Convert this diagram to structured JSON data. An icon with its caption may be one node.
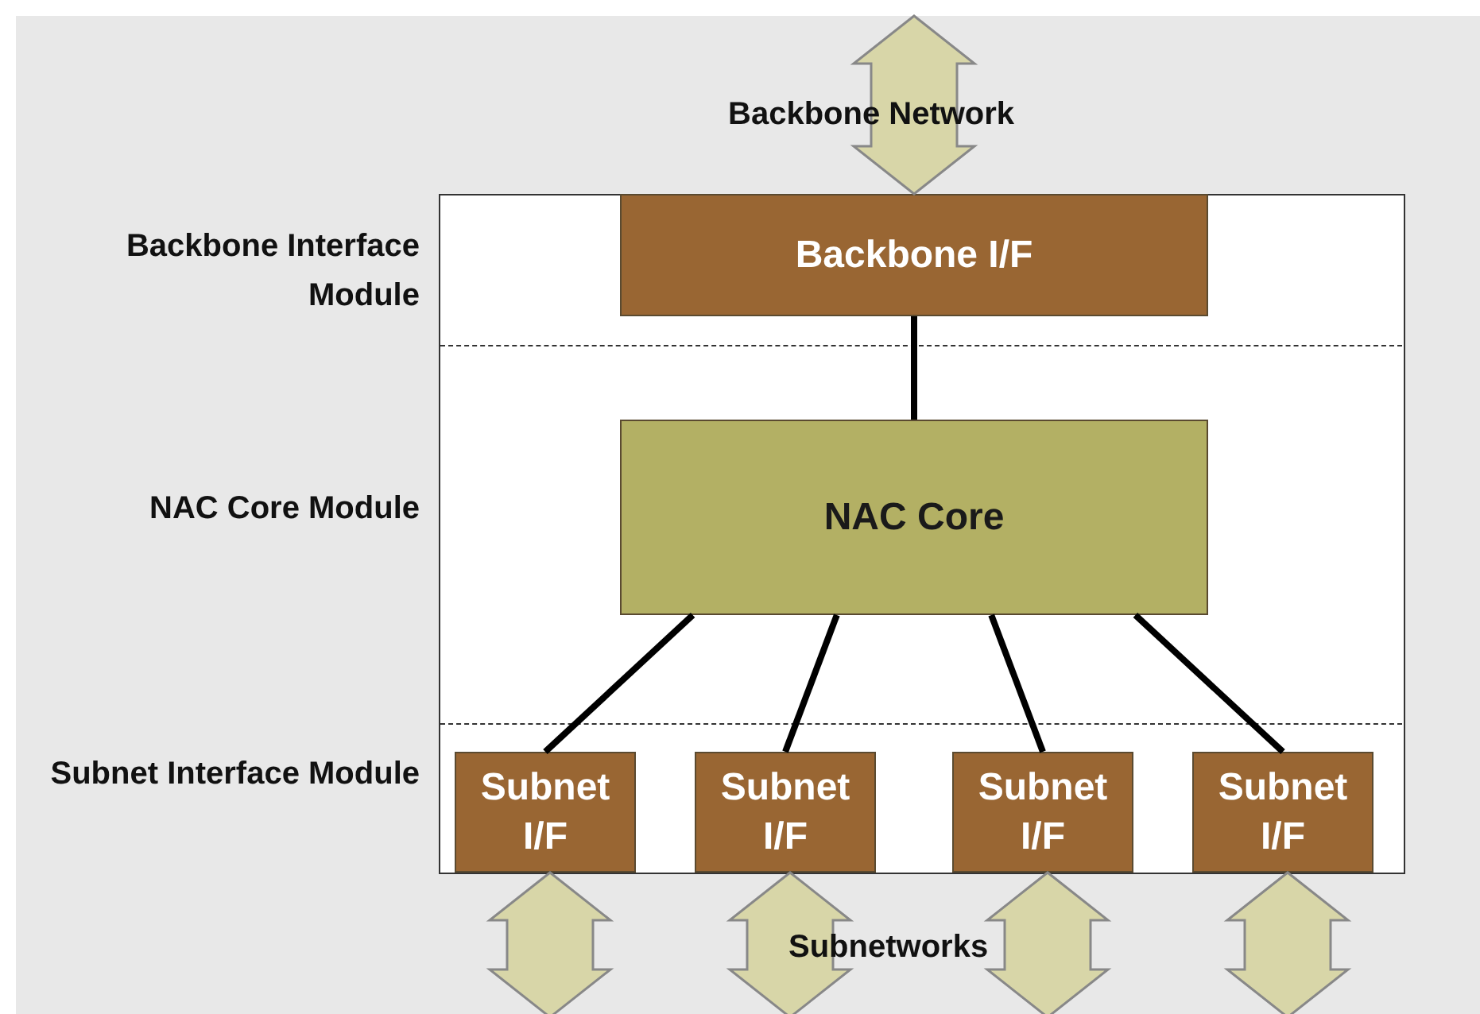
{
  "diagram": {
    "nodes": [
      {
        "text": [],
        "shape": "box"
      },
      {
        "text": [
          "Backbone I/F"
        ],
        "in": 0
      },
      {
        "text": [
          "NAC Core"
        ],
        "in": 0
      },
      {
        "text": [
          "Subnet I/F"
        ],
        "in": 0
      },
      {
        "text": [
          "Subnet I/F"
        ],
        "in": 0
      },
      {
        "text": [
          "Subnet I/F"
        ],
        "in": 0
      },
      {
        "text": [
          "Subnet I/F"
        ],
        "in": 0
      }
    ],
    "edges": [
      {
        "from": null,
        "to": 1,
        "arrow": "both",
        "style": "thick",
        "label": "Backbone Network"
      },
      {
        "from": 1,
        "to": 2,
        "arrow": "none"
      },
      {
        "from": 2,
        "to": 3,
        "arrow": "none"
      },
      {
        "from": 2,
        "to": 4,
        "arrow": "none"
      },
      {
        "from": 2,
        "to": 5,
        "arrow": "none"
      },
      {
        "from": 2,
        "to": 6,
        "arrow": "none"
      },
      {
        "from": 3,
        "to": null,
        "arrow": "both",
        "style": "thick"
      },
      {
        "from": 4,
        "to": null,
        "arrow": "both",
        "style": "thick"
      },
      {
        "from": 5,
        "to": null,
        "arrow": "both",
        "style": "thick"
      },
      {
        "from": 6,
        "to": null,
        "arrow": "both",
        "style": "thick"
      }
    ],
    "labels": [
      "Backbone Interface Module",
      "NAC Core Module",
      "Subnet Interface Module",
      "Subnetworks"
    ]
  }
}
